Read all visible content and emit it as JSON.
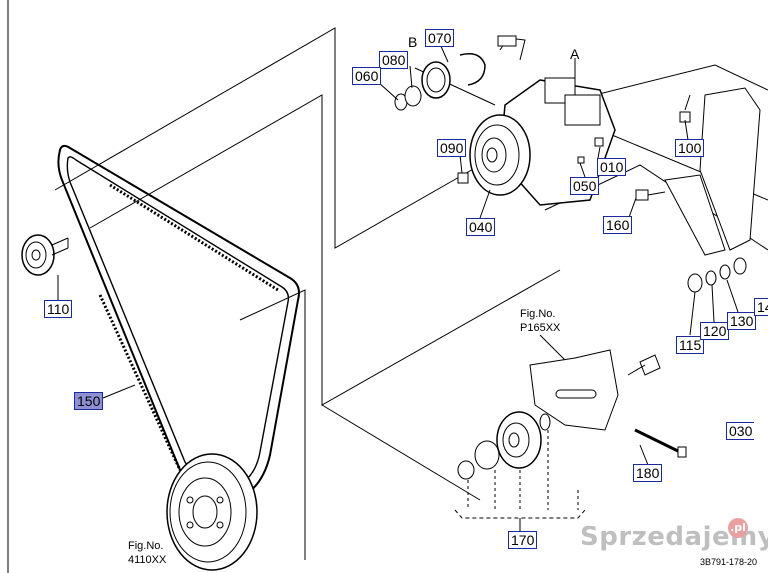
{
  "part_labels": {
    "p010": "010",
    "p030": "030",
    "p040": "040",
    "p050": "050",
    "p060": "060",
    "p070": "070",
    "p080": "080",
    "p090": "090",
    "p100": "100",
    "p110": "110",
    "p115": "115",
    "p120": "120",
    "p130": "130",
    "p14x": "14",
    "p150": "150",
    "p160": "160",
    "p170": "170",
    "p180": "180"
  },
  "letters": {
    "a": "A",
    "b": "B"
  },
  "fig_refs": {
    "upper_title": "Fig.No.",
    "upper_code": "P165XX",
    "lower_title": "Fig.No.",
    "lower_code": "4110XX"
  },
  "diagram_code": "3B791-178-20",
  "watermark": {
    "text": "Sprzedajemy",
    "badge": ".pl"
  },
  "selected_label": "150"
}
